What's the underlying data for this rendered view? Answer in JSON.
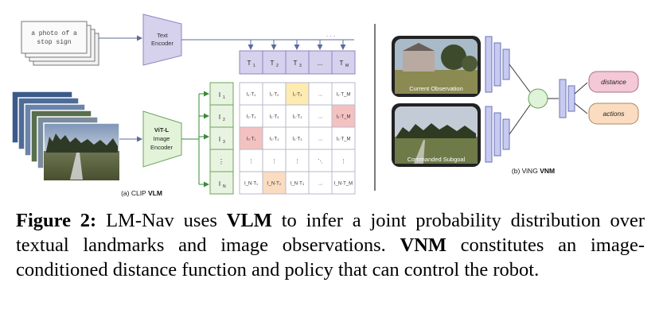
{
  "figure": {
    "clip": {
      "text_card": [
        "a photo of a",
        "stop sign"
      ],
      "text_encoder": [
        "Text",
        "Encoder"
      ],
      "image_encoder": [
        "ViT-L",
        "Image",
        "Encoder"
      ],
      "text_tokens": [
        "T",
        "T",
        "T",
        "...",
        "T"
      ],
      "text_token_subs": [
        "1",
        "2",
        "3",
        "",
        "M"
      ],
      "image_tokens": [
        "I",
        "I",
        "I",
        "⋮",
        "I"
      ],
      "image_token_subs": [
        "1",
        "2",
        "3",
        "",
        "N"
      ],
      "matrix": [
        [
          "I₁·T₁",
          "I₁·T₂",
          "I₁·T₃",
          "...",
          "I₁·T_M"
        ],
        [
          "I₂·T₁",
          "I₂·T₂",
          "I₂·T₃",
          "...",
          "I₂·T_M"
        ],
        [
          "I₃·T₁",
          "I₃·T₂",
          "I₃·T₃",
          "...",
          "I₃·T_M"
        ],
        [
          "⋮",
          "⋮",
          "⋮",
          "⋱",
          "⋮"
        ],
        [
          "I_N·T₁",
          "I_N·T₂",
          "I_N·T₃",
          "...",
          "I_N·T_M"
        ]
      ],
      "label_prefix": "(a)  CLIP",
      "label_bold": "VLM",
      "colors": {
        "encoder_fill": "#d6d1ec",
        "token_fill": "#e8f4e1",
        "highlight_yellow": "#fdebb0",
        "highlight_red": "#f4c1c1",
        "highlight_peach": "#fbdcc0"
      }
    },
    "ving": {
      "obs_label": "Current Observation",
      "goal_label": "Commanded Subgoal",
      "outputs": [
        "distance",
        "actions"
      ],
      "label_prefix": "(b)  ViNG",
      "label_bold": "VNM",
      "colors": {
        "layer_fill": "#c7cbf0",
        "node_fill": "#dff3d8",
        "distance_fill": "#f4c8d6",
        "actions_fill": "#fbdcc0"
      }
    }
  },
  "caption": {
    "fig_label": "Figure 2:",
    "p1": " LM-Nav uses ",
    "b1": "VLM",
    "p2": " to infer a joint probability distribution over textual landmarks and image observations. ",
    "b2": "VNM",
    "p3": " constitutes an image-conditioned distance function and policy that can control the robot."
  }
}
